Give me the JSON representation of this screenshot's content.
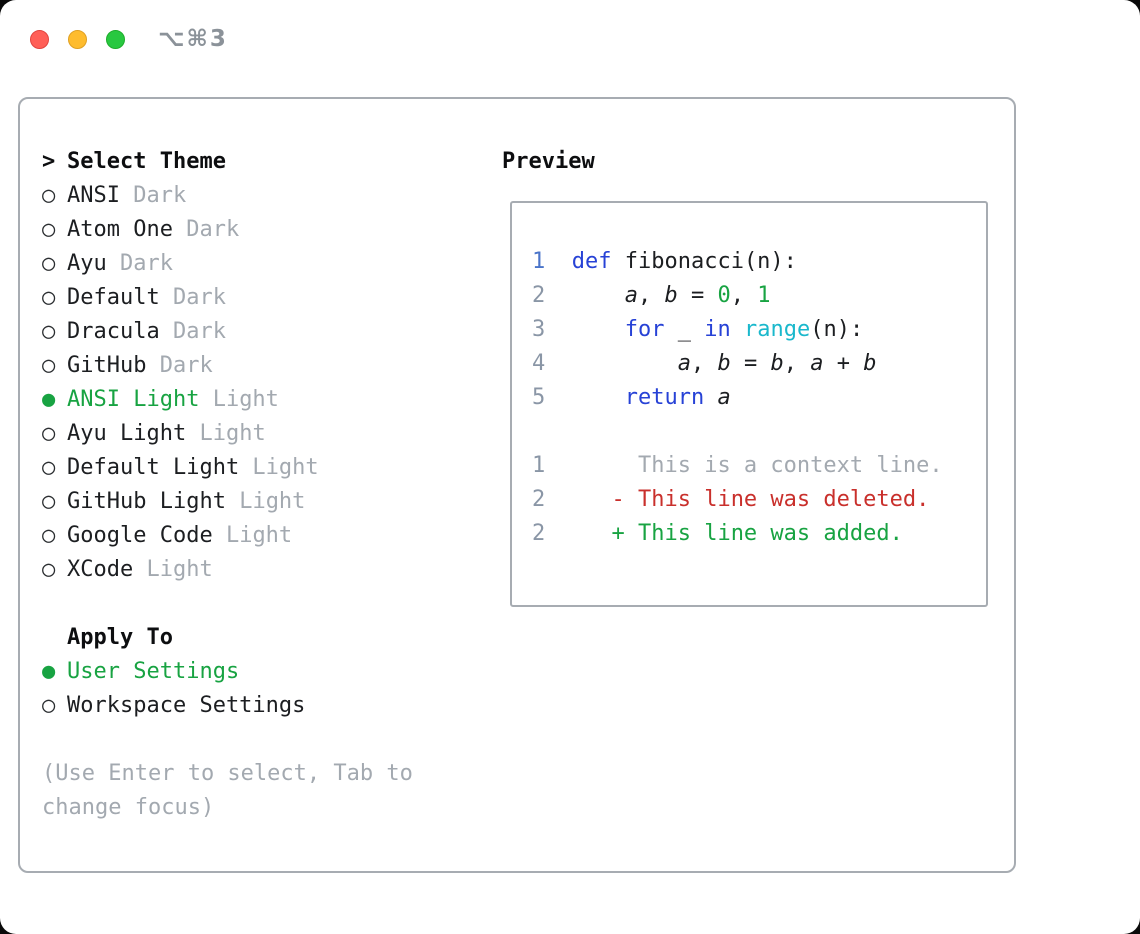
{
  "titlebar": {
    "shortcut": "⌥⌘3"
  },
  "window": {
    "theme_panel": {
      "prompt": ">",
      "title": "Select Theme",
      "items": [
        {
          "name": "ANSI",
          "variant": "Dark",
          "selected": false
        },
        {
          "name": "Atom One",
          "variant": "Dark",
          "selected": false
        },
        {
          "name": "Ayu",
          "variant": "Dark",
          "selected": false
        },
        {
          "name": "Default",
          "variant": "Dark",
          "selected": false
        },
        {
          "name": "Dracula",
          "variant": "Dark",
          "selected": false
        },
        {
          "name": "GitHub",
          "variant": "Dark",
          "selected": false
        },
        {
          "name": "ANSI Light",
          "variant": "Light",
          "selected": true
        },
        {
          "name": "Ayu Light",
          "variant": "Light",
          "selected": false
        },
        {
          "name": "Default Light",
          "variant": "Light",
          "selected": false
        },
        {
          "name": "GitHub Light",
          "variant": "Light",
          "selected": false
        },
        {
          "name": "Google Code",
          "variant": "Light",
          "selected": false
        },
        {
          "name": "XCode",
          "variant": "Light",
          "selected": false
        }
      ]
    },
    "apply_to": {
      "title": "Apply To",
      "options": [
        {
          "label": "User Settings",
          "selected": true
        },
        {
          "label": "Workspace Settings",
          "selected": false
        }
      ]
    },
    "hint_lines": [
      "(Use Enter to select, Tab to",
      "change focus)"
    ],
    "preview": {
      "title": "Preview",
      "lines": [
        {
          "num": "1",
          "num_style": "blue",
          "tokens": [
            [
              "def ",
              "kw"
            ],
            [
              "fibonacci(n):",
              "plain"
            ]
          ]
        },
        {
          "num": "2",
          "num_style": "gray",
          "tokens": [
            [
              "    ",
              "plain"
            ],
            [
              "a",
              "var"
            ],
            [
              ", ",
              "plain"
            ],
            [
              "b",
              "var"
            ],
            [
              " = ",
              "plain"
            ],
            [
              "0",
              "num"
            ],
            [
              ", ",
              "plain"
            ],
            [
              "1",
              "num"
            ]
          ]
        },
        {
          "num": "3",
          "num_style": "gray",
          "tokens": [
            [
              "    ",
              "plain"
            ],
            [
              "for",
              "kw"
            ],
            [
              " _ ",
              "plain"
            ],
            [
              "in",
              "kw"
            ],
            [
              " ",
              "plain"
            ],
            [
              "range",
              "cyan"
            ],
            [
              "(n):",
              "plain"
            ]
          ]
        },
        {
          "num": "4",
          "num_style": "gray",
          "tokens": [
            [
              "        ",
              "plain"
            ],
            [
              "a",
              "var"
            ],
            [
              ", ",
              "plain"
            ],
            [
              "b",
              "var"
            ],
            [
              " = ",
              "plain"
            ],
            [
              "b",
              "var"
            ],
            [
              ", ",
              "plain"
            ],
            [
              "a",
              "var"
            ],
            [
              " + ",
              "plain"
            ],
            [
              "b",
              "var"
            ]
          ]
        },
        {
          "num": "5",
          "num_style": "gray",
          "tokens": [
            [
              "    ",
              "plain"
            ],
            [
              "return",
              "kw"
            ],
            [
              " ",
              "plain"
            ],
            [
              "a",
              "var"
            ]
          ]
        },
        {
          "blank": true
        },
        {
          "num": "1",
          "num_style": "gray",
          "tokens": [
            [
              "     This is a context line.",
              "ctx"
            ]
          ]
        },
        {
          "num": "2",
          "num_style": "gray",
          "tokens": [
            [
              "   - This line was deleted.",
              "del"
            ]
          ]
        },
        {
          "num": "2",
          "num_style": "gray",
          "tokens": [
            [
              "   + This line was added.",
              "add"
            ]
          ]
        }
      ]
    }
  },
  "colors": {
    "accent_green": "#18a342",
    "keyword_blue": "#2742d6",
    "function_cyan": "#1ab8cc",
    "deleted_red": "#c9302c",
    "muted_gray": "#a3a9b0",
    "line_number_gray": "#8a96a6",
    "text": "#1c1e21",
    "border": "#a7acb2",
    "traffic_red": "#ff5f57",
    "traffic_yellow": "#febc2e",
    "traffic_green": "#28c840"
  }
}
